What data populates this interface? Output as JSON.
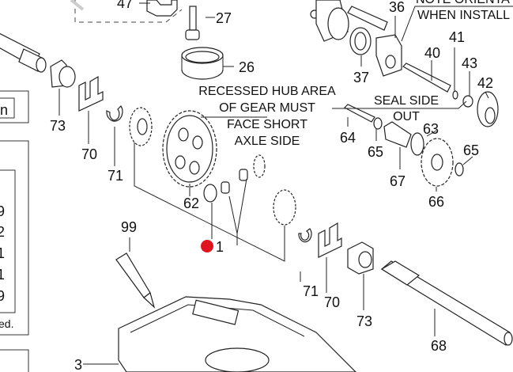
{
  "callouts": {
    "c47": "47",
    "c27": "27",
    "c26": "26",
    "c73a": "73",
    "c70a": "70",
    "c71a": "71",
    "c62": "62",
    "c1": "1",
    "c99": "99",
    "c3": "3",
    "c71b": "71",
    "c70b": "70",
    "c73b": "73",
    "c68": "68",
    "c36": "36",
    "c37": "37",
    "c41": "41",
    "c40": "40",
    "c43": "43",
    "c42": "42",
    "c64": "64",
    "c65a": "65",
    "c67": "67",
    "c63": "63",
    "c65b": "65",
    "c66": "66"
  },
  "notes": {
    "hub": [
      "RECESSED HUB AREA",
      "OF GEAR MUST",
      "FACE SHORT",
      "AXLE SIDE"
    ],
    "seal": [
      "SEAL SIDE",
      "OUT"
    ],
    "orient": [
      "NOTE ORIENTA",
      "WHEN INSTALL"
    ]
  },
  "side_table": {
    "header_fragment": "n",
    "values": [
      "9",
      "2",
      "1",
      "1",
      "9"
    ],
    "footnote_fragment": "ed."
  },
  "marker_color": "#e0141e"
}
